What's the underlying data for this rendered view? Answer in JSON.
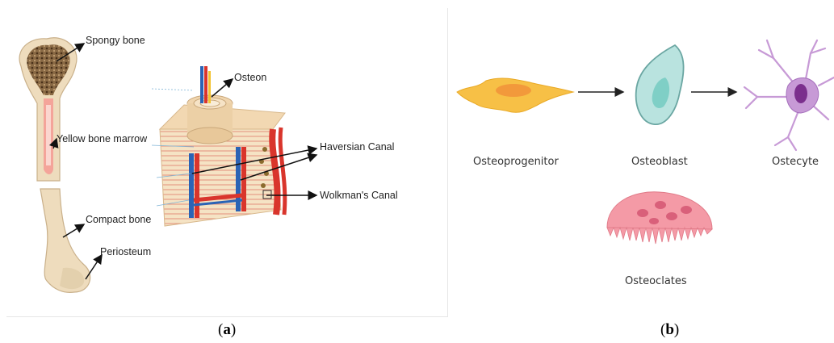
{
  "panel_a": {
    "labels": {
      "spongy_bone": "Spongy bone",
      "yellow_bone_marrow": "Yellow bone marrow",
      "compact_bone": "Compact bone",
      "periosteum": "Periosteum",
      "osteon": "Osteon",
      "haversian_canal": "Haversian Canal",
      "wolkmans_canal": "Wolkman's Canal"
    },
    "caption_open": "(",
    "caption_letter": "a",
    "caption_close": ")"
  },
  "panel_b": {
    "labels": {
      "osteoprogenitor": "Osteoprogenitor",
      "osteoblast": "Osteoblast",
      "ostecyte": "Ostecyte",
      "osteoclates": "Osteoclates"
    },
    "caption_open": "(",
    "caption_letter": "b",
    "caption_close": ")"
  },
  "colors": {
    "bone": "#eedcbd",
    "spongy": "#6b4a2a",
    "marrow": "#f4a49a",
    "osteoprogenitor": "#f7c046",
    "osteoblast": "#b9e3df",
    "ostecyte": "#c79ad6",
    "osteoclast": "#f49aa6",
    "vessel_red": "#d9352c",
    "vessel_blue": "#2b63b5"
  }
}
